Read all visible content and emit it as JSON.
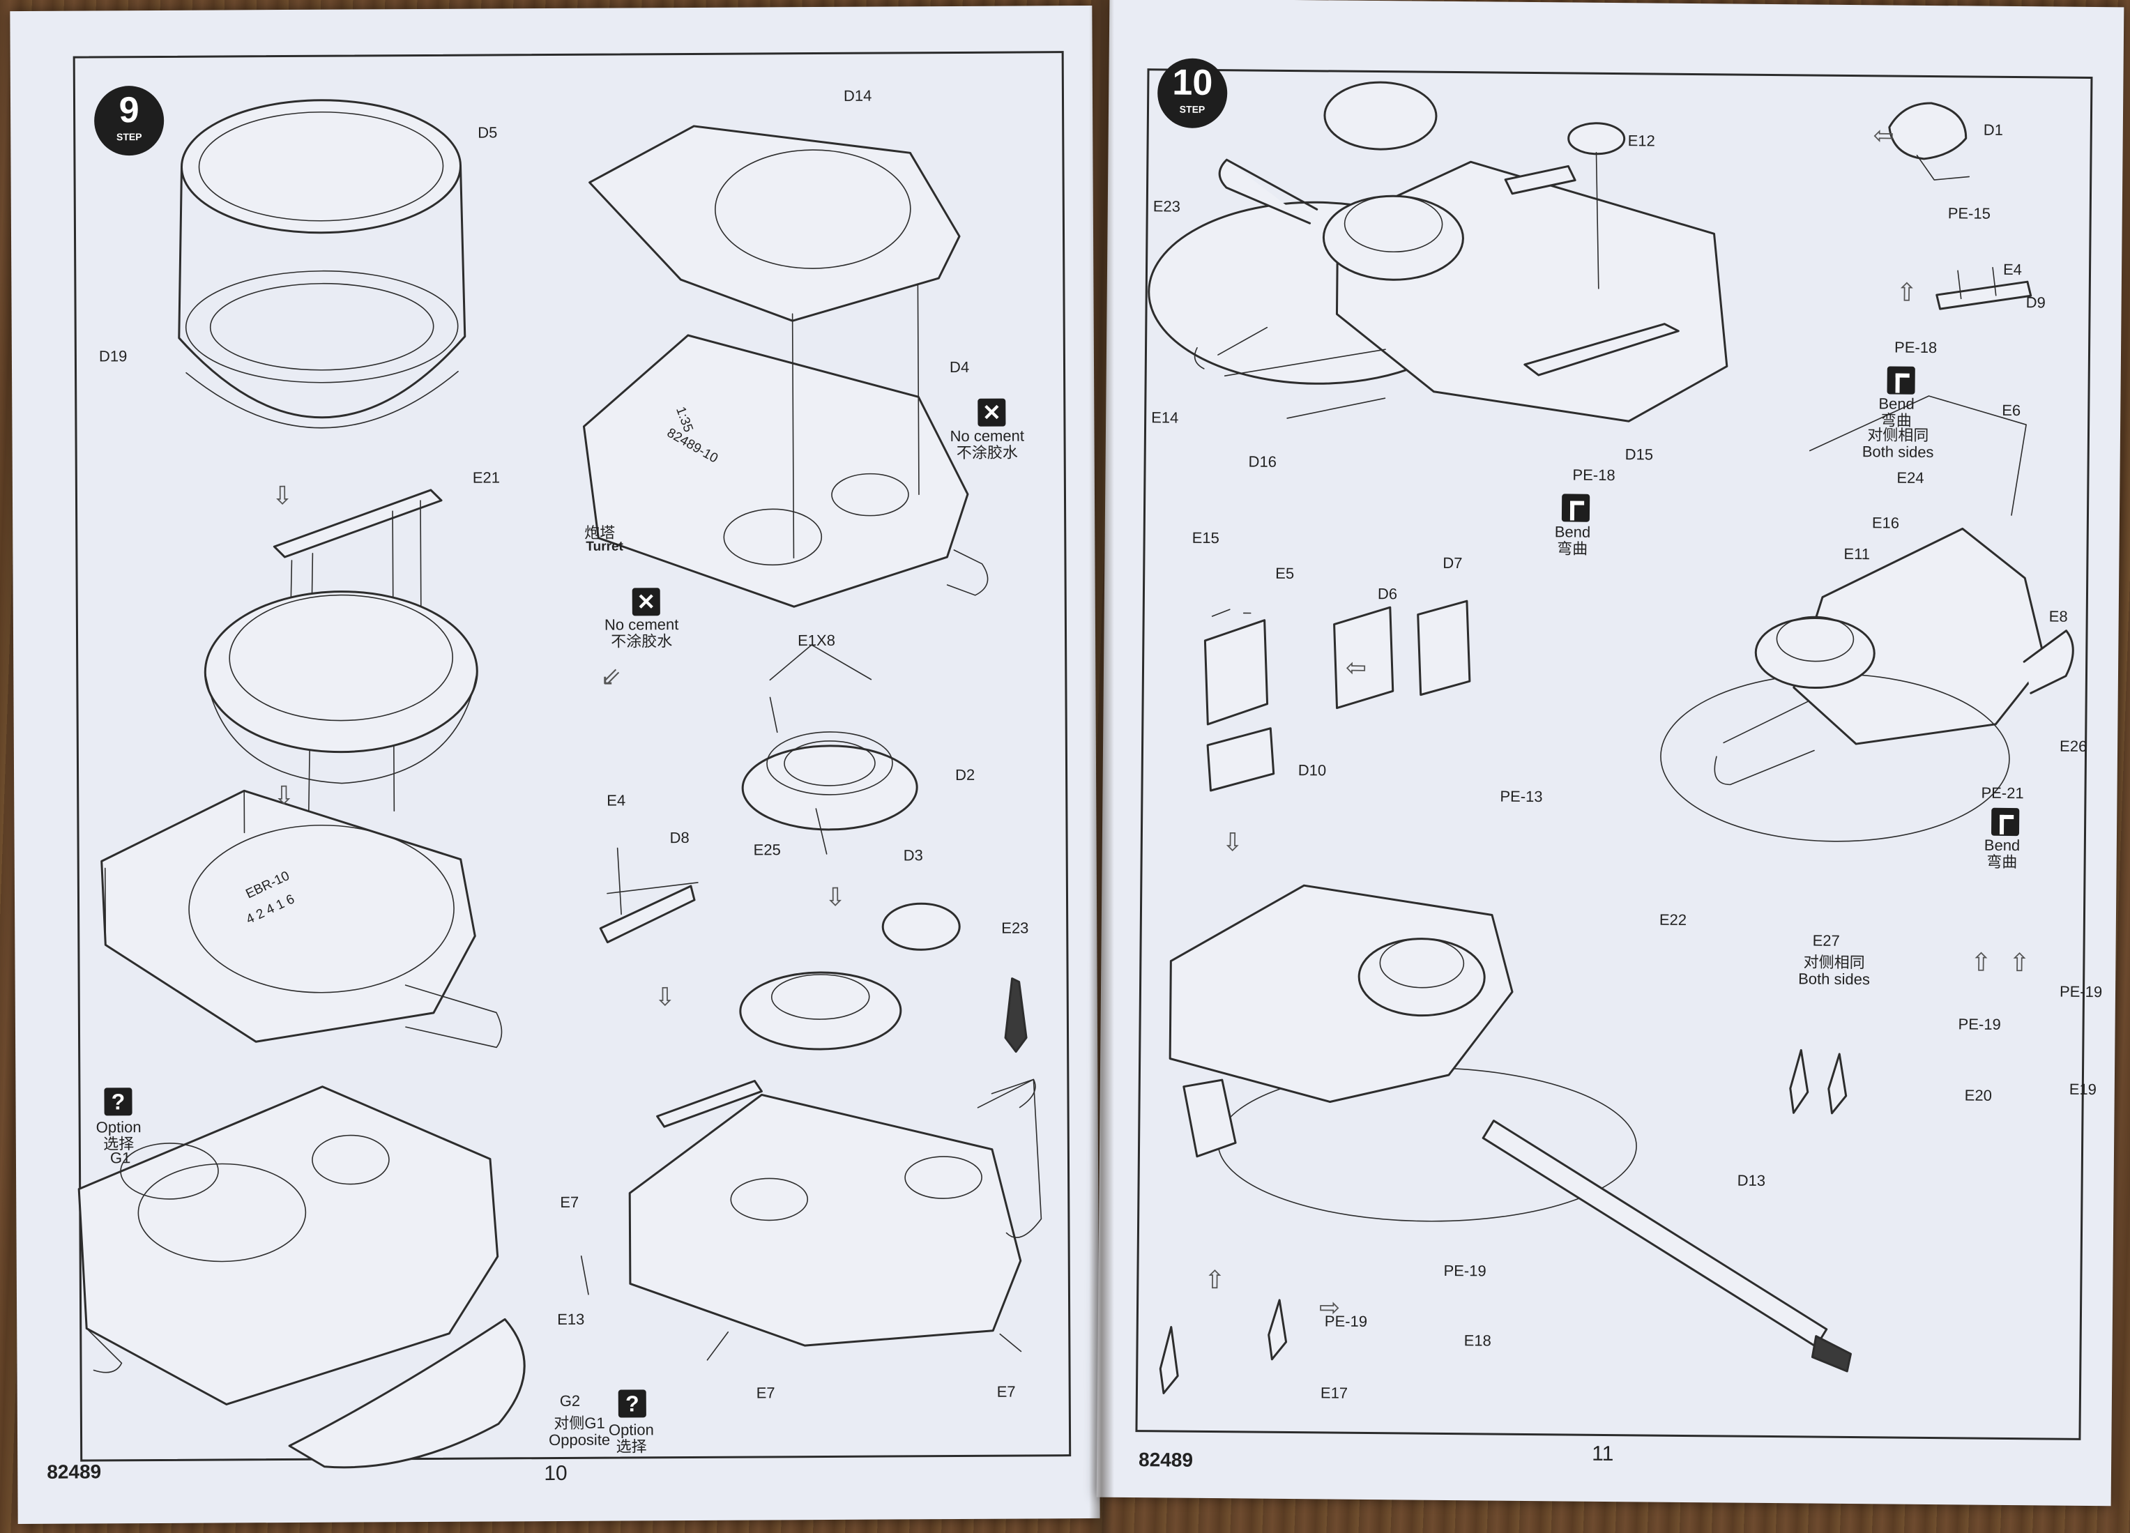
{
  "catalog_number": "82489",
  "left_page": {
    "page_number": "10",
    "step": {
      "number": "9",
      "word": "STEP"
    },
    "parts": {
      "d5": "D5",
      "d19": "D19",
      "e21": "E21",
      "d14": "D14",
      "d4": "D4",
      "e1x8": "E1X8",
      "d2": "D2",
      "e25": "E25",
      "e4": "E4",
      "d8": "D8",
      "d3": "D3",
      "e23": "E23",
      "e7a": "E7",
      "e7b": "E7",
      "e7c": "E7",
      "e13": "E13",
      "g1": "G1",
      "g2": "G2"
    },
    "turret_label_cn": "炮塔",
    "turret_label_en": "Turret",
    "no_cement_1": {
      "en": "No cement",
      "cn": "不涂胶水"
    },
    "no_cement_2": {
      "en": "No cement",
      "cn": "不涂胶水"
    },
    "option_1": {
      "en": "Option",
      "cn": "选择"
    },
    "option_2": {
      "en": "Option",
      "cn": "选择"
    },
    "opposite": {
      "cn": "对侧G1",
      "en": "Opposite"
    },
    "hull_marking_1": "1:35",
    "hull_marking_2": "82489-10",
    "hull_marking_3": "EBR-10",
    "hull_marking_4": "4 2 4 1 6"
  },
  "right_page": {
    "page_number": "11",
    "step": {
      "number": "10",
      "word": "STEP"
    },
    "parts": {
      "e12": "E12",
      "d1": "D1",
      "pe15": "PE-15",
      "e23": "E23",
      "e4": "E4",
      "d9": "D9",
      "pe18a": "PE-18",
      "pe18b": "PE-18",
      "e14": "E14",
      "d16": "D16",
      "d15": "D15",
      "e6": "E6",
      "e24": "E24",
      "e15": "E15",
      "e5": "E5",
      "d7": "D7",
      "d6": "D6",
      "e11": "E11",
      "e16": "E16",
      "e8": "E8",
      "d10": "D10",
      "e26": "E26",
      "pe13": "PE-13",
      "pe21": "PE-21",
      "e22": "E22",
      "e27": "E27",
      "pe19a": "PE-19",
      "pe19b": "PE-19",
      "pe19c": "PE-19",
      "pe19d": "PE-19",
      "e20": "E20",
      "e19": "E19",
      "d13": "D13",
      "e18": "E18",
      "e17": "E17"
    },
    "bend_1": {
      "en": "Bend",
      "cn": "弯曲"
    },
    "bend_2": {
      "en": "Bend",
      "cn": "弯曲"
    },
    "bend_3": {
      "en": "Bend",
      "cn": "弯曲"
    },
    "both_sides_1": {
      "cn": "对侧相同",
      "en": "Both sides"
    },
    "both_sides_2": {
      "cn": "对侧相同",
      "en": "Both sides"
    }
  },
  "icons": [
    "no-cement-icon",
    "option-icon",
    "bend-icon",
    "step-badge-icon",
    "hollow-arrow-icon"
  ],
  "colors": {
    "paper": "#e9ecf4",
    "ink": "#2d2d2d",
    "table": "#6b4a2e"
  }
}
